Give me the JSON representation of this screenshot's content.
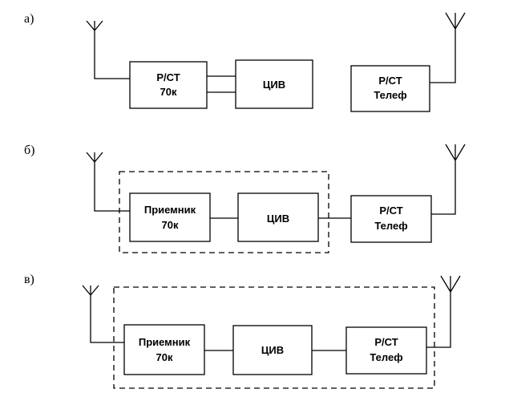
{
  "diagram_a": {
    "label": "а)",
    "radio_70k": [
      "Р/СТ",
      "70к"
    ],
    "civ": "ЦИВ",
    "radio_tel": [
      "Р/СТ",
      "Телеф"
    ]
  },
  "diagram_b": {
    "label": "б)",
    "receiver": [
      "Приемник",
      "70к"
    ],
    "civ": "ЦИВ",
    "radio_tel": [
      "Р/СТ",
      "Телеф"
    ]
  },
  "diagram_c": {
    "label": "в)",
    "receiver": [
      "Приемник",
      "70к"
    ],
    "civ": "ЦИВ",
    "radio_tel": [
      "Р/СТ",
      "Телеф"
    ]
  },
  "icons": [
    "antenna-icon"
  ]
}
